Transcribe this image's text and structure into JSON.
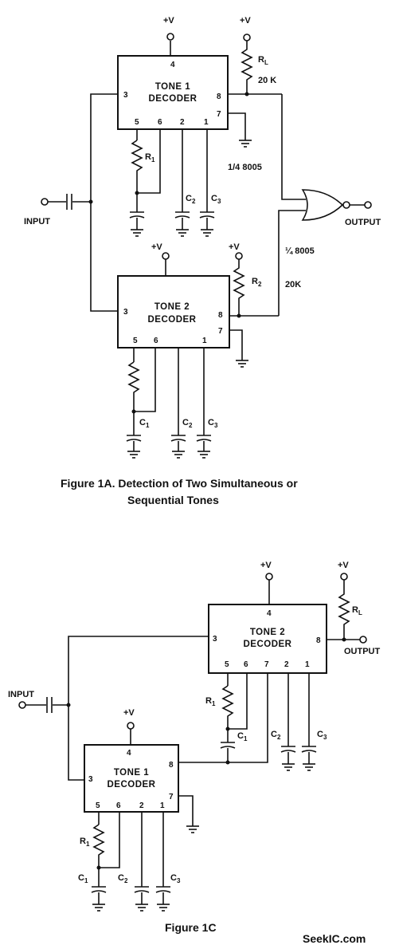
{
  "figure_1a": {
    "caption_line1": "Figure 1A. Detection of Two Simultaneous or",
    "caption_line2": "Sequential Tones",
    "input_label": "INPUT",
    "output_label": "OUTPUT",
    "gate_label_top": "1/4 8005",
    "gate_label_bottom": "¼ 8005",
    "decoder1": {
      "line1": "TONE 1",
      "line2": "DECODER",
      "pins": [
        "4",
        "3",
        "8",
        "7",
        "5",
        "6",
        "2",
        "1"
      ]
    },
    "decoder2": {
      "line1": "TONE 2",
      "line2": "DECODER",
      "pins": [
        "3",
        "8",
        "7",
        "5",
        "6",
        "1"
      ]
    },
    "supply_label": "+V",
    "rl_label": "R",
    "rl_sub": "L",
    "rl_value": "20 K",
    "r2_label": "R",
    "r2_sub": "2",
    "r2_value": "20K",
    "r1_label": "R",
    "r1_sub": "1",
    "c1_label": "C",
    "c1_sub": "1",
    "c2_label": "C",
    "c2_sub": "2",
    "c3_label": "C",
    "c3_sub": "3"
  },
  "figure_1c": {
    "caption": "Figure 1C",
    "input_label": "INPUT",
    "output_label": "OUTPUT",
    "decoder2": {
      "line1": "TONE 2",
      "line2": "DECODER",
      "pins": [
        "4",
        "3",
        "8",
        "5",
        "6",
        "7",
        "2",
        "1"
      ]
    },
    "decoder1": {
      "line1": "TONE 1",
      "line2": "DECODER",
      "pins": [
        "4",
        "3",
        "8",
        "7",
        "5",
        "6",
        "2",
        "1"
      ]
    },
    "supply_label": "+V",
    "rl_label": "R",
    "rl_sub": "L",
    "r1_label": "R",
    "r1_sub": "1",
    "c1_label": "C",
    "c1_sub": "1",
    "c2_label": "C",
    "c2_sub": "2",
    "c3_label": "C",
    "c3_sub": "3"
  },
  "watermark": "SeekIC.com"
}
